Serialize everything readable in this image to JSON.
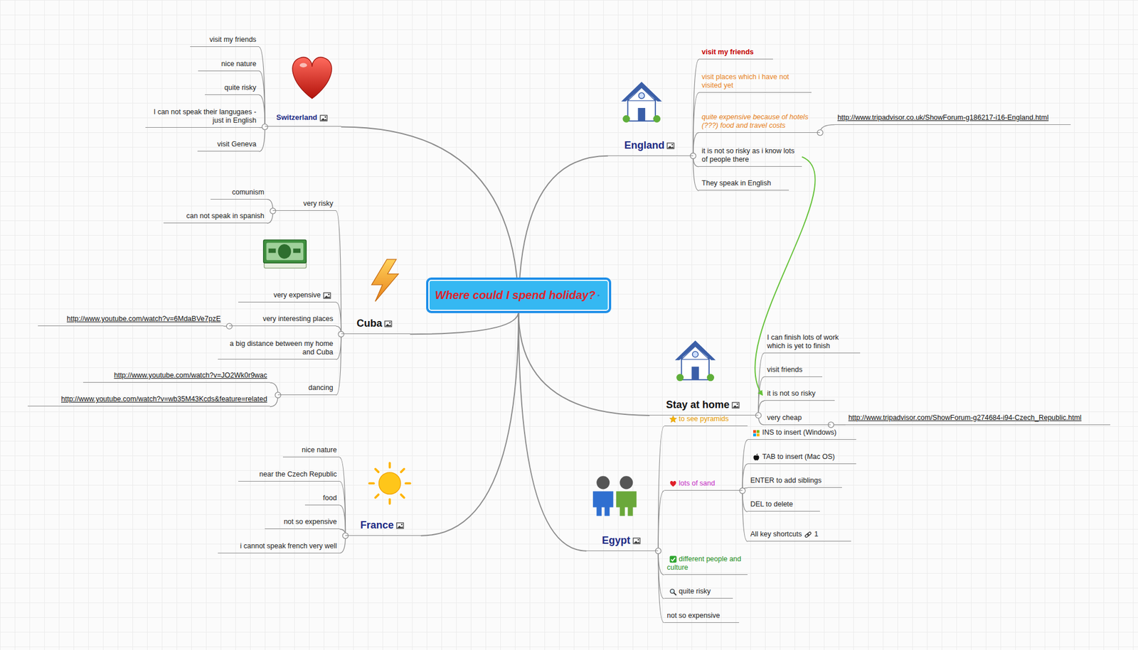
{
  "diagram": {
    "nodes": [
      {
        "text": [
          "Where could I spend holiday?"
        ]
      },
      {
        "text": [
          "Switzerland"
        ]
      },
      {
        "text": [
          "visit my friends"
        ]
      },
      {
        "text": [
          "nice nature"
        ]
      },
      {
        "text": [
          "quite risky"
        ]
      },
      {
        "text": [
          "I can not speak their langugaes - just in English"
        ]
      },
      {
        "text": [
          "visit Geneva"
        ]
      },
      {
        "text": [
          "Cuba"
        ]
      },
      {
        "text": [
          "very risky"
        ]
      },
      {
        "text": [
          "comunism"
        ]
      },
      {
        "text": [
          "can not speak in spanish"
        ]
      },
      {
        "text": [
          "very expensive"
        ]
      },
      {
        "text": [
          "very interesting places"
        ]
      },
      {
        "text": [
          "http://www.youtube.com/watch?v=6MdaBVe7pzE"
        ]
      },
      {
        "text": [
          "a big distance between my home and Cuba"
        ]
      },
      {
        "text": [
          "dancing"
        ]
      },
      {
        "text": [
          "http://www.youtube.com/watch?v=JO2Wk0r9wac"
        ]
      },
      {
        "text": [
          "http://www.youtube.com/watch?v=wb35M43Kcds&feature=related"
        ]
      },
      {
        "text": [
          "France"
        ]
      },
      {
        "text": [
          "nice nature"
        ]
      },
      {
        "text": [
          "near the Czech Republic"
        ]
      },
      {
        "text": [
          "food"
        ]
      },
      {
        "text": [
          "not so expensive"
        ]
      },
      {
        "text": [
          "i cannot speak french very well"
        ]
      },
      {
        "text": [
          "England"
        ]
      },
      {
        "text": [
          "visit my friends"
        ]
      },
      {
        "text": [
          "visit places which i have not visited yet"
        ]
      },
      {
        "text": [
          "quite expensive because of hotels (???) food and travel costs"
        ]
      },
      {
        "text": [
          "http://www.tripadvisor.co.uk/ShowForum-g186217-i16-England.html"
        ]
      },
      {
        "text": [
          "it is not so risky as i know lots of people there"
        ]
      },
      {
        "text": [
          "They speak in English"
        ]
      },
      {
        "text": [
          "Stay at home"
        ]
      },
      {
        "text": [
          "I can finish lots of work which is yet to finish"
        ]
      },
      {
        "text": [
          "visit friends"
        ]
      },
      {
        "text": [
          "it is not so risky"
        ]
      },
      {
        "text": [
          "very cheap"
        ]
      },
      {
        "text": [
          "http://www.tripadvisor.com/ShowForum-g274684-i94-Czech_Republic.html"
        ]
      },
      {
        "text": [
          "Egypt"
        ]
      },
      {
        "text": [
          "to see pyramids"
        ]
      },
      {
        "text": [
          "lots of sand"
        ]
      },
      {
        "text": [
          "INS to insert (Windows)"
        ]
      },
      {
        "text": [
          "TAB to insert (Mac OS)"
        ]
      },
      {
        "text": [
          "ENTER to add siblings"
        ]
      },
      {
        "text": [
          "DEL to delete"
        ]
      },
      {
        "text": [
          "All key shortcuts",
          "1"
        ]
      },
      {
        "text": [
          "different people and culture"
        ]
      },
      {
        "text": [
          "quite risky"
        ]
      },
      {
        "text": [
          "not so expensive"
        ]
      }
    ],
    "edges": [
      {
        "from": 0,
        "to": 1,
        "arrow": "none"
      },
      {
        "from": 0,
        "to": 7,
        "arrow": "none"
      },
      {
        "from": 0,
        "to": 18,
        "arrow": "none"
      },
      {
        "from": 0,
        "to": 24,
        "arrow": "none"
      },
      {
        "from": 0,
        "to": 31,
        "arrow": "none"
      },
      {
        "from": 0,
        "to": 37,
        "arrow": "none"
      },
      {
        "from": 1,
        "to": 2,
        "arrow": "none"
      },
      {
        "from": 1,
        "to": 3,
        "arrow": "none"
      },
      {
        "from": 1,
        "to": 4,
        "arrow": "none"
      },
      {
        "from": 1,
        "to": 5,
        "arrow": "none"
      },
      {
        "from": 1,
        "to": 6,
        "arrow": "none"
      },
      {
        "from": 7,
        "to": 8,
        "arrow": "none"
      },
      {
        "from": 7,
        "to": 11,
        "arrow": "none"
      },
      {
        "from": 7,
        "to": 12,
        "arrow": "none"
      },
      {
        "from": 7,
        "to": 14,
        "arrow": "none"
      },
      {
        "from": 7,
        "to": 15,
        "arrow": "none"
      },
      {
        "from": 8,
        "to": 9,
        "arrow": "none"
      },
      {
        "from": 8,
        "to": 10,
        "arrow": "none"
      },
      {
        "from": 12,
        "to": 13,
        "arrow": "none"
      },
      {
        "from": 15,
        "to": 16,
        "arrow": "none"
      },
      {
        "from": 15,
        "to": 17,
        "arrow": "none"
      },
      {
        "from": 18,
        "to": 19,
        "arrow": "none"
      },
      {
        "from": 18,
        "to": 20,
        "arrow": "none"
      },
      {
        "from": 18,
        "to": 21,
        "arrow": "none"
      },
      {
        "from": 18,
        "to": 22,
        "arrow": "none"
      },
      {
        "from": 18,
        "to": 23,
        "arrow": "none"
      },
      {
        "from": 24,
        "to": 25,
        "arrow": "none"
      },
      {
        "from": 24,
        "to": 26,
        "arrow": "none"
      },
      {
        "from": 24,
        "to": 27,
        "arrow": "none"
      },
      {
        "from": 24,
        "to": 29,
        "arrow": "none"
      },
      {
        "from": 24,
        "to": 30,
        "arrow": "none"
      },
      {
        "from": 27,
        "to": 28,
        "arrow": "none"
      },
      {
        "from": 31,
        "to": 32,
        "arrow": "none"
      },
      {
        "from": 31,
        "to": 33,
        "arrow": "none"
      },
      {
        "from": 31,
        "to": 34,
        "arrow": "none"
      },
      {
        "from": 31,
        "to": 35,
        "arrow": "none"
      },
      {
        "from": 35,
        "to": 36,
        "arrow": "none"
      },
      {
        "from": 37,
        "to": 38,
        "arrow": "none"
      },
      {
        "from": 37,
        "to": 39,
        "arrow": "none"
      },
      {
        "from": 37,
        "to": 45,
        "arrow": "none"
      },
      {
        "from": 37,
        "to": 46,
        "arrow": "none"
      },
      {
        "from": 37,
        "to": 47,
        "arrow": "none"
      },
      {
        "from": 39,
        "to": 40,
        "arrow": "none"
      },
      {
        "from": 39,
        "to": 41,
        "arrow": "none"
      },
      {
        "from": 39,
        "to": 42,
        "arrow": "none"
      },
      {
        "from": 39,
        "to": 43,
        "arrow": "none"
      },
      {
        "from": 39,
        "to": 44,
        "arrow": "none"
      },
      {
        "from": 29,
        "to": 34,
        "arrow": "to"
      }
    ]
  }
}
